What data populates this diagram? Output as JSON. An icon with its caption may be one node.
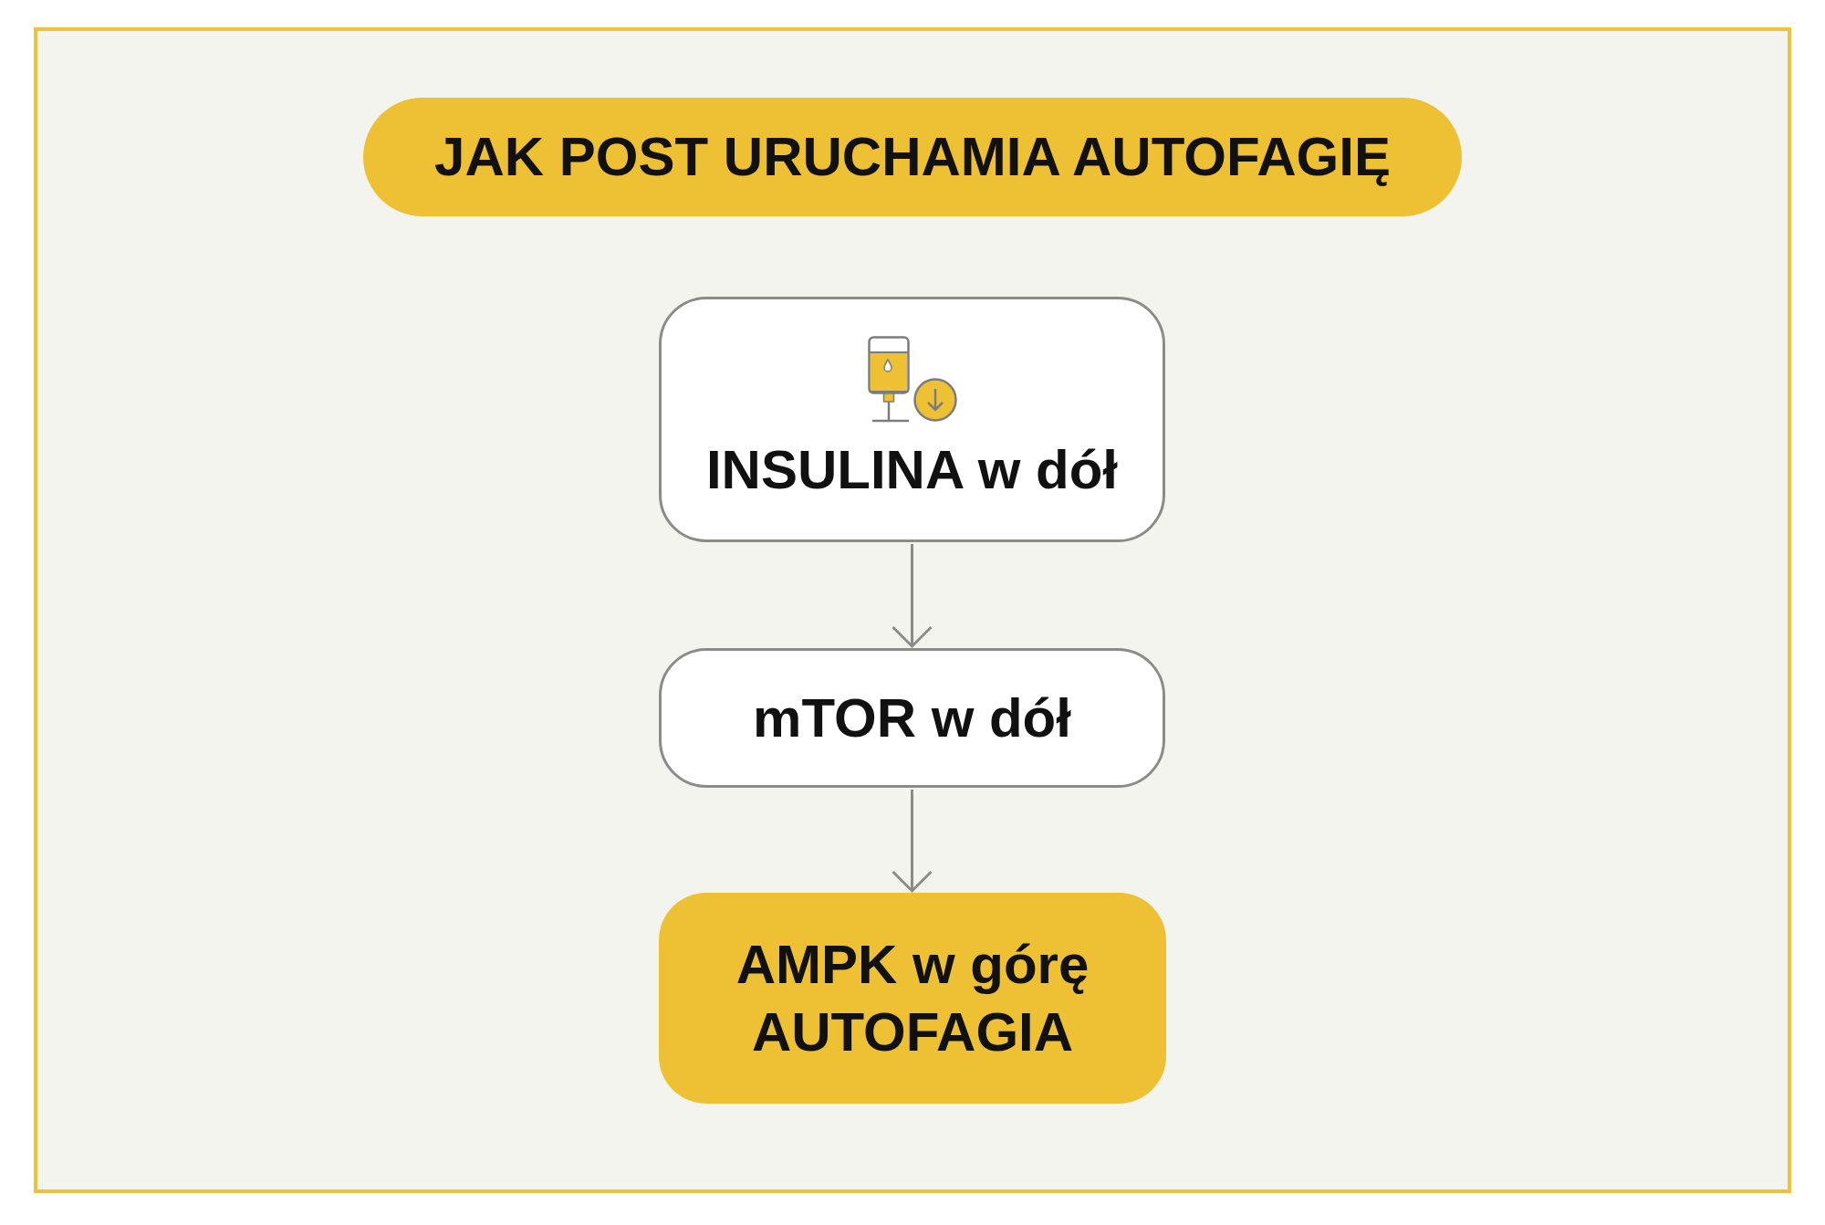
{
  "diagram": {
    "title": "JAK POST URUCHAMIA AUTOFAGIĘ",
    "nodes": [
      {
        "text": [
          "INSULINA w dół"
        ]
      },
      {
        "text": [
          "mTOR w dół"
        ]
      },
      {
        "text": [
          "AMPK w górę",
          "AUTOFAGIA"
        ]
      }
    ],
    "edges": [
      {
        "from": 0,
        "to": 1,
        "arrow": "to"
      },
      {
        "from": 1,
        "to": 2,
        "arrow": "to"
      }
    ]
  }
}
